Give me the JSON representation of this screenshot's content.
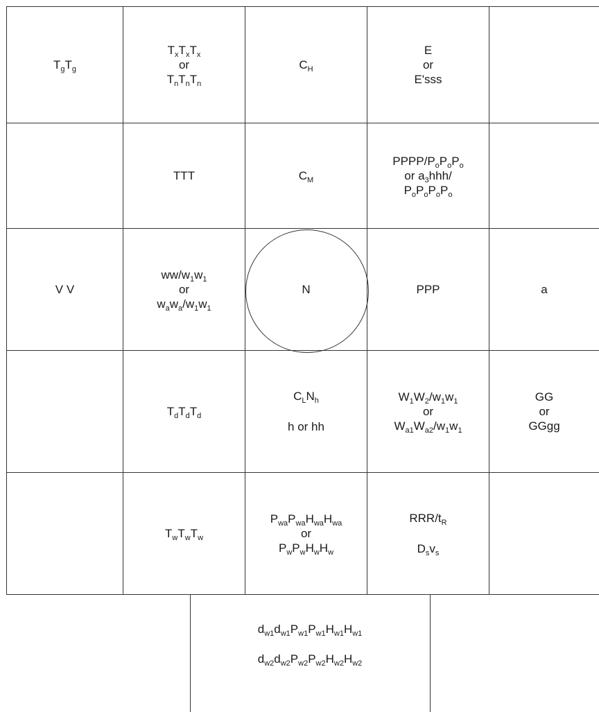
{
  "rows": [
    [
      {
        "lines": [
          [
            [
              "T",
              ""
            ],
            [
              "",
              "g"
            ],
            [
              "T",
              ""
            ],
            [
              "",
              "g"
            ]
          ]
        ]
      },
      {
        "lines": [
          [
            [
              "T",
              ""
            ],
            [
              "",
              "x"
            ],
            [
              "T",
              ""
            ],
            [
              "",
              "x"
            ],
            [
              "T",
              ""
            ],
            [
              "",
              "x"
            ]
          ],
          [
            [
              "or",
              ""
            ]
          ],
          [
            [
              "T",
              ""
            ],
            [
              "",
              "n"
            ],
            [
              "T",
              ""
            ],
            [
              "",
              "n"
            ],
            [
              "T",
              ""
            ],
            [
              "",
              "n"
            ]
          ]
        ]
      },
      {
        "lines": [
          [
            [
              "C",
              ""
            ],
            [
              "",
              "H"
            ]
          ]
        ]
      },
      {
        "lines": [
          [
            [
              "E",
              ""
            ]
          ],
          [
            [
              "or",
              ""
            ]
          ],
          [
            [
              "E'sss",
              ""
            ]
          ]
        ]
      },
      {
        "lines": []
      }
    ],
    [
      {
        "lines": []
      },
      {
        "lines": [
          [
            [
              "TTT",
              ""
            ]
          ]
        ]
      },
      {
        "lines": [
          [
            [
              "C",
              ""
            ],
            [
              "",
              "M"
            ]
          ]
        ]
      },
      {
        "lines": [
          [
            [
              "PPPP/P",
              ""
            ],
            [
              "",
              "o"
            ],
            [
              "P",
              ""
            ],
            [
              "",
              "o"
            ],
            [
              "P",
              ""
            ],
            [
              "",
              "o"
            ]
          ],
          [
            [
              "or a",
              ""
            ],
            [
              "",
              "3"
            ],
            [
              "hhh/",
              ""
            ]
          ],
          [
            [
              "P",
              ""
            ],
            [
              "",
              "o"
            ],
            [
              "P",
              ""
            ],
            [
              "",
              "o"
            ],
            [
              "P",
              ""
            ],
            [
              "",
              "o"
            ],
            [
              "P",
              ""
            ],
            [
              "",
              "o"
            ]
          ]
        ]
      },
      {
        "lines": []
      }
    ],
    [
      {
        "lines": [
          [
            [
              "V V",
              ""
            ]
          ]
        ]
      },
      {
        "lines": [
          [
            [
              "ww/w",
              ""
            ],
            [
              "",
              "1"
            ],
            [
              "w",
              ""
            ],
            [
              "",
              "1"
            ]
          ],
          [
            [
              "or",
              ""
            ]
          ],
          [
            [
              "w",
              ""
            ],
            [
              "",
              "a"
            ],
            [
              "w",
              ""
            ],
            [
              "",
              "a"
            ],
            [
              "/w",
              ""
            ],
            [
              "",
              "1"
            ],
            [
              "w",
              ""
            ],
            [
              "",
              "1"
            ]
          ]
        ]
      },
      {
        "lines": [
          [
            [
              "N",
              ""
            ]
          ]
        ]
      },
      {
        "lines": [
          [
            [
              "PPP",
              ""
            ]
          ]
        ]
      },
      {
        "lines": [
          [
            [
              "a",
              ""
            ]
          ]
        ]
      }
    ],
    [
      {
        "lines": []
      },
      {
        "lines": [
          [
            [
              "T",
              ""
            ],
            [
              "",
              "d"
            ],
            [
              "T",
              ""
            ],
            [
              "",
              "d"
            ],
            [
              "T",
              ""
            ],
            [
              "",
              "d"
            ]
          ]
        ]
      },
      {
        "lines": [
          [
            [
              "C",
              ""
            ],
            [
              "",
              "L"
            ],
            [
              "N",
              ""
            ],
            [
              "",
              "h"
            ]
          ],
          [
            [
              "h or hh",
              ""
            ]
          ]
        ],
        "spaced": true
      },
      {
        "lines": [
          [
            [
              "W",
              ""
            ],
            [
              "",
              "1"
            ],
            [
              "W",
              ""
            ],
            [
              "",
              "2"
            ],
            [
              "/w",
              ""
            ],
            [
              "",
              "1"
            ],
            [
              "w",
              ""
            ],
            [
              "",
              "1"
            ]
          ],
          [
            [
              "or",
              ""
            ]
          ],
          [
            [
              "W",
              ""
            ],
            [
              "",
              "a1"
            ],
            [
              "W",
              ""
            ],
            [
              "",
              "a2"
            ],
            [
              "/w",
              ""
            ],
            [
              "",
              "1"
            ],
            [
              "w",
              ""
            ],
            [
              "",
              "1"
            ]
          ]
        ]
      },
      {
        "lines": [
          [
            [
              "GG",
              ""
            ]
          ],
          [
            [
              "or",
              ""
            ]
          ],
          [
            [
              "GGgg",
              ""
            ]
          ]
        ]
      }
    ],
    [
      {
        "lines": []
      },
      {
        "lines": [
          [
            [
              "T",
              ""
            ],
            [
              "",
              "w"
            ],
            [
              "T",
              ""
            ],
            [
              "",
              "w"
            ],
            [
              "T",
              ""
            ],
            [
              "",
              "w"
            ]
          ]
        ]
      },
      {
        "lines": [
          [
            [
              "P",
              ""
            ],
            [
              "",
              "wa"
            ],
            [
              "P",
              ""
            ],
            [
              "",
              "wa"
            ],
            [
              "H",
              ""
            ],
            [
              "",
              "wa"
            ],
            [
              "H",
              ""
            ],
            [
              "",
              "wa"
            ]
          ],
          [
            [
              "or",
              ""
            ]
          ],
          [
            [
              "P",
              ""
            ],
            [
              "",
              "w"
            ],
            [
              "P",
              ""
            ],
            [
              "",
              "w"
            ],
            [
              "H",
              ""
            ],
            [
              "",
              "w"
            ],
            [
              "H",
              ""
            ],
            [
              "",
              "w"
            ]
          ]
        ]
      },
      {
        "lines": [
          [
            [
              "RRR/t",
              ""
            ],
            [
              "",
              "R"
            ]
          ],
          [
            [
              "D",
              ""
            ],
            [
              "",
              "s"
            ],
            [
              "v",
              ""
            ],
            [
              "",
              "s"
            ]
          ]
        ],
        "spaced": true
      },
      {
        "lines": []
      }
    ]
  ],
  "bottom": {
    "lines": [
      [
        [
          "d",
          ""
        ],
        [
          "",
          "w1"
        ],
        [
          "d",
          ""
        ],
        [
          "",
          "w1"
        ],
        [
          "P",
          ""
        ],
        [
          "",
          "w1"
        ],
        [
          "P",
          ""
        ],
        [
          "",
          "w1"
        ],
        [
          "H",
          ""
        ],
        [
          "",
          "w1"
        ],
        [
          "H",
          ""
        ],
        [
          "",
          "w1"
        ]
      ],
      [
        [
          "d",
          ""
        ],
        [
          "",
          "w2"
        ],
        [
          "d",
          ""
        ],
        [
          "",
          "w2"
        ],
        [
          "P",
          ""
        ],
        [
          "",
          "w2"
        ],
        [
          "P",
          ""
        ],
        [
          "",
          "w2"
        ],
        [
          "H",
          ""
        ],
        [
          "",
          "w2"
        ],
        [
          "H",
          ""
        ],
        [
          "",
          "w2"
        ]
      ]
    ]
  }
}
